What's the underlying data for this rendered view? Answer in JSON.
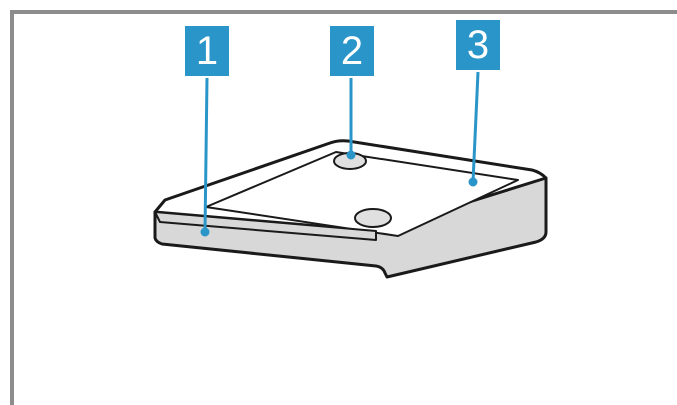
{
  "colors": {
    "frame": "#8c8c8c",
    "badge": "#2a95c8",
    "leader": "#2a95c8",
    "outline": "#1a1a1a",
    "tray_fill": "#ffffff",
    "tray_shade": "#d8d8d8",
    "foot_fill": "#e0e0e0"
  },
  "callouts": [
    {
      "number": "1"
    },
    {
      "number": "2"
    },
    {
      "number": "3"
    }
  ]
}
